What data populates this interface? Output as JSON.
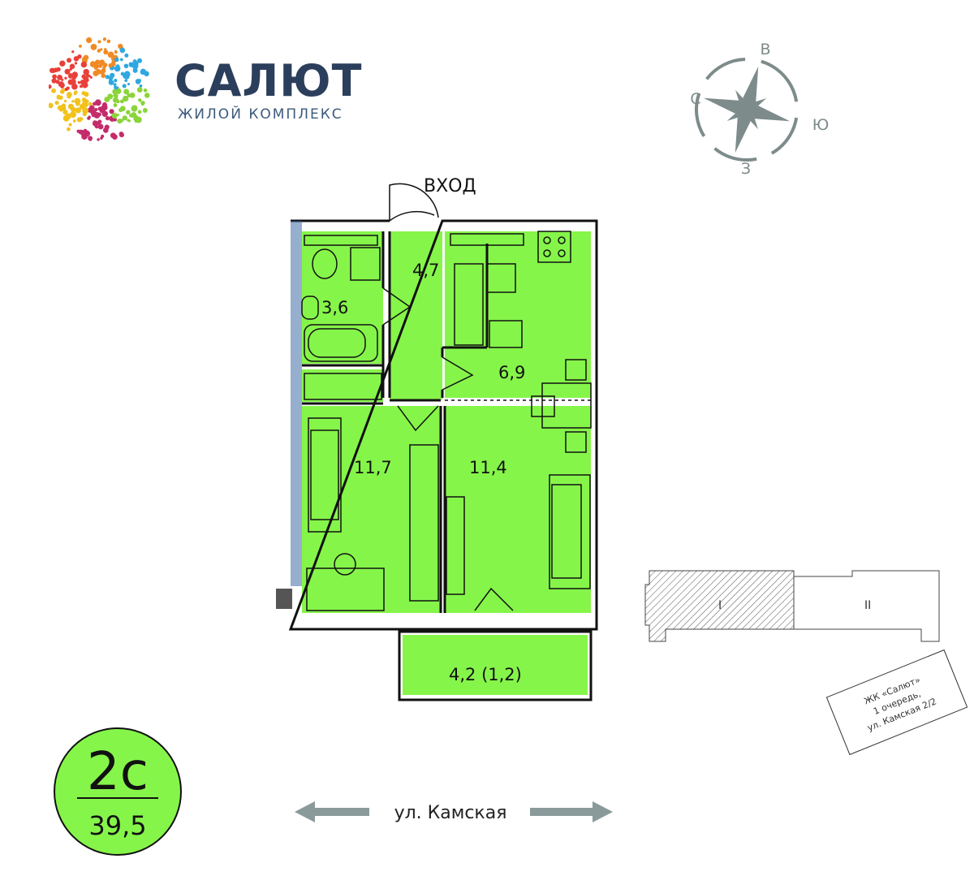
{
  "logo": {
    "title": "САЛЮТ",
    "subtitle": "ЖИЛОЙ КОМПЛЕКС"
  },
  "compass": {
    "north": "С",
    "east": "В",
    "south": "Ю",
    "west": "З"
  },
  "entrance_label": "ВХОД",
  "rooms": [
    {
      "id": "bathroom",
      "area": "3,6"
    },
    {
      "id": "hall",
      "area": "4,7"
    },
    {
      "id": "kitchen",
      "area": "6,9"
    },
    {
      "id": "room1",
      "area": "11,7"
    },
    {
      "id": "room2",
      "area": "11,4"
    },
    {
      "id": "balcony",
      "area": "4,2 (1,2)"
    }
  ],
  "apartment": {
    "type": "2с",
    "total_area": "39,5"
  },
  "street": "ул. Камская",
  "building": {
    "section1": "I",
    "section2": "II"
  },
  "stamp": {
    "line1": "ЖК «Салют»",
    "line2": "1 очередь,",
    "line3": "ул. Камская 2/2"
  },
  "colors": {
    "room_fill": "#86f54a",
    "brand": "#2b3f5c",
    "compass": "#7d8b8b"
  }
}
